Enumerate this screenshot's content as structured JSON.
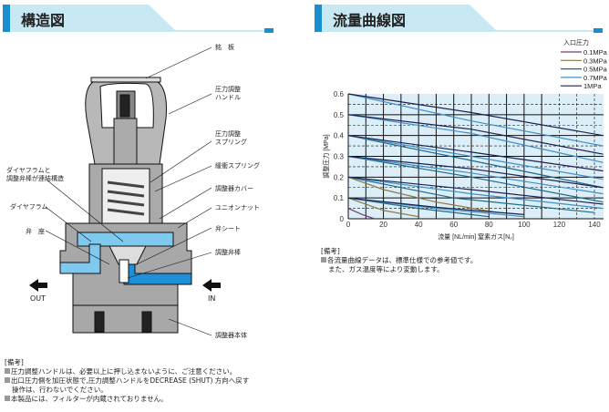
{
  "structure": {
    "title": "構造図",
    "labels": {
      "nameplate": "銘　板",
      "handle": [
        "圧力調整",
        "ハンドル"
      ],
      "pressure_spring": [
        "圧力調整",
        "スプリング"
      ],
      "buffer_spring": "緩衝スプリング",
      "cover": "調整器カバー",
      "union_nut": "ユニオンナット",
      "valve_seat_r": "弁シート",
      "valve_stem": "調整弁棒",
      "body": "調整器本体",
      "linked": [
        "ダイヤフラムと",
        "調整弁棒が連結構造"
      ],
      "diaphragm": "ダイヤフラム",
      "valve_seat_l": "弁　座",
      "out": "OUT",
      "in": "IN"
    },
    "notes_title": "[備考]",
    "notes": [
      "圧力調整ハンドルは、必要以上に押し込まないように、ご注意ください。",
      "出口圧力側を加圧状態で,圧力調整ハンドルをDECREASE (SHUT) 方向へ戻す",
      "操作は、行わないでください。",
      "本製品には、フィルターが内蔵されておりません。"
    ]
  },
  "flow": {
    "title": "流量曲線図",
    "notes_title": "[備考]",
    "notes": [
      "各流量曲線データは、標準仕様での参考値です。",
      "また、ガス温度等により変動します。"
    ]
  },
  "chart_data": {
    "type": "line",
    "title": "流量曲線図",
    "xlabel": "流量 [NL/min]  窒素ガス[N₂]",
    "ylabel": "調整圧力 [MPa]",
    "xlim": [
      0,
      145
    ],
    "ylim": [
      0,
      0.6
    ],
    "xticks": [
      0,
      20,
      40,
      60,
      80,
      100,
      120,
      140
    ],
    "yticks": [
      0,
      0.1,
      0.2,
      0.3,
      0.4,
      0.5,
      0.6
    ],
    "legend_title": "入口圧力",
    "legend_position": "top-right",
    "series": [
      {
        "name": "0.1MPa",
        "color": "#7a3a78",
        "curves": [
          [
            [
              0,
              0.05
            ],
            [
              8,
              0.02
            ],
            [
              15,
              0
            ]
          ]
        ]
      },
      {
        "name": "0.3MPa",
        "color": "#8a7a40",
        "curves": [
          [
            [
              0,
              0.1
            ],
            [
              20,
              0.04
            ],
            [
              40,
              0.01
            ]
          ],
          [
            [
              0,
              0.2
            ],
            [
              20,
              0.14
            ],
            [
              50,
              0.08
            ],
            [
              85,
              0.03
            ]
          ]
        ]
      },
      {
        "name": "0.5MPa",
        "color": "#1d6a86",
        "curves": [
          [
            [
              0,
              0.1
            ],
            [
              40,
              0.05
            ],
            [
              80,
              0.01
            ]
          ],
          [
            [
              0,
              0.2
            ],
            [
              60,
              0.1
            ],
            [
              140,
              0.03
            ]
          ],
          [
            [
              0,
              0.3
            ],
            [
              70,
              0.2
            ],
            [
              145,
              0.08
            ]
          ],
          [
            [
              0,
              0.4
            ],
            [
              70,
              0.28
            ],
            [
              145,
              0.15
            ]
          ]
        ]
      },
      {
        "name": "0.7MPa",
        "color": "#3f8fc8",
        "curves": [
          [
            [
              0,
              0.1
            ],
            [
              50,
              0.05
            ],
            [
              100,
              0.01
            ]
          ],
          [
            [
              0,
              0.2
            ],
            [
              70,
              0.12
            ],
            [
              145,
              0.05
            ]
          ],
          [
            [
              0,
              0.3
            ],
            [
              70,
              0.22
            ],
            [
              145,
              0.12
            ]
          ],
          [
            [
              0,
              0.4
            ],
            [
              70,
              0.3
            ],
            [
              145,
              0.19
            ]
          ],
          [
            [
              0,
              0.5
            ],
            [
              70,
              0.41
            ],
            [
              145,
              0.27
            ]
          ],
          [
            [
              0,
              0.6
            ],
            [
              70,
              0.47
            ],
            [
              145,
              0.35
            ]
          ]
        ]
      },
      {
        "name": "1MPa",
        "color": "#1e2050",
        "curves": [
          [
            [
              0,
              0.1
            ],
            [
              50,
              0.055
            ],
            [
              100,
              0.02
            ]
          ],
          [
            [
              0,
              0.2
            ],
            [
              70,
              0.14
            ],
            [
              145,
              0.07
            ]
          ],
          [
            [
              0,
              0.3
            ],
            [
              70,
              0.24
            ],
            [
              145,
              0.15
            ]
          ],
          [
            [
              0,
              0.4
            ],
            [
              70,
              0.32
            ],
            [
              145,
              0.23
            ]
          ],
          [
            [
              0,
              0.5
            ],
            [
              70,
              0.43
            ],
            [
              145,
              0.31
            ]
          ],
          [
            [
              0,
              0.6
            ],
            [
              70,
              0.51
            ],
            [
              145,
              0.4
            ]
          ]
        ]
      }
    ]
  }
}
